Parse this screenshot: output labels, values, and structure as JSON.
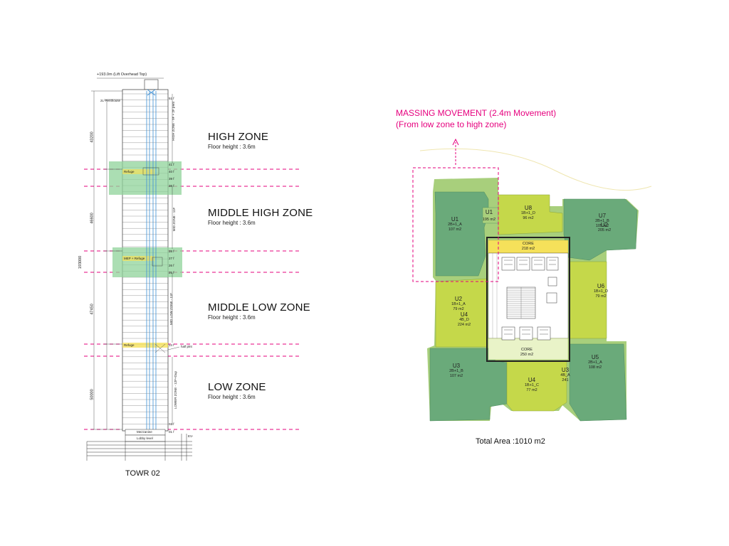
{
  "section": {
    "top_level": "+193.0m (Lift Overhead Top)",
    "penthouse": "2L-Penthouse",
    "tower_name": "TOWR 02",
    "total_height": "193000",
    "refuge_upper": "Refuge",
    "refuge_mid": "MEP + Refuge",
    "refuge_lower": "Refuge",
    "half_plinth": "half plnt",
    "mezzanine": "Mezzanine",
    "lobby": "Lobby level",
    "ev_tag": "EV-",
    "zones": [
      {
        "title": "HIGH ZONE",
        "sub": "Floor height : 3.6m",
        "dim": "43200",
        "side": "HIGH ZONE - 9F + 2F pent"
      },
      {
        "title": "MIDDLE HIGH ZONE",
        "sub": "Floor height : 3.6m",
        "dim": "46600",
        "side": "MID ZONE - 11F"
      },
      {
        "title": "MIDDLE LOW ZONE",
        "sub": "Floor height : 3.6m",
        "dim": "47450",
        "side": "MID LOW ZONE - 11F"
      },
      {
        "title": "LOW ZONE",
        "sub": "Floor height : 3.6m",
        "dim": "50000",
        "side": "LOWER ZONE - 12F+Dup"
      }
    ],
    "levels": [
      "51 f",
      "41 f",
      "40 f",
      "39 f",
      "38 f",
      "28 f",
      "27 f",
      "26 f",
      "25 f",
      "14 f",
      "02 f",
      "01 f"
    ]
  },
  "plan": {
    "massing_title": "MASSING MOVEMENT (2.4m Movement)",
    "massing_sub": "(From low zone to high zone)",
    "total_area": "Total Area :1010 m2",
    "cores": [
      {
        "label": "CORE",
        "area": "218 m2"
      },
      {
        "label": "CORE",
        "area": "250 m2"
      }
    ],
    "units": [
      {
        "name": "U1",
        "type": "2B+1_A",
        "area": "107 m2"
      },
      {
        "name": "U1",
        "type": "",
        "area": "195 m2"
      },
      {
        "name": "U8",
        "type": "1B+1_D",
        "area": "96 m2"
      },
      {
        "name": "U7",
        "type": "2B+1_B",
        "area": "105 m2"
      },
      {
        "name": "U2",
        "type": "",
        "area": "205 m2"
      },
      {
        "name": "U6",
        "type": "1B+1_D",
        "area": "79 m2"
      },
      {
        "name": "U2",
        "type": "1B+1_A",
        "area": "79 m2"
      },
      {
        "name": "U4",
        "type": "4B_D",
        "area": "224 m2"
      },
      {
        "name": "U5",
        "type": "2B+1_A",
        "area": "108 m2"
      },
      {
        "name": "U3",
        "type": "2B+1_B",
        "area": "107 m2"
      },
      {
        "name": "U4",
        "type": "1B+1_C",
        "area": "77 m2"
      },
      {
        "name": "U3",
        "type": "4B_A",
        "area": "241"
      }
    ]
  },
  "colors": {
    "magenta": "#e6007e",
    "dark_green": "#6aaa7a",
    "yellow_green": "#c5d84a",
    "light_green": "#a8cf7c",
    "yellow": "#f5e15a",
    "refuge_green": "#8fd39a",
    "lift_blue": "#3a8fd6"
  }
}
